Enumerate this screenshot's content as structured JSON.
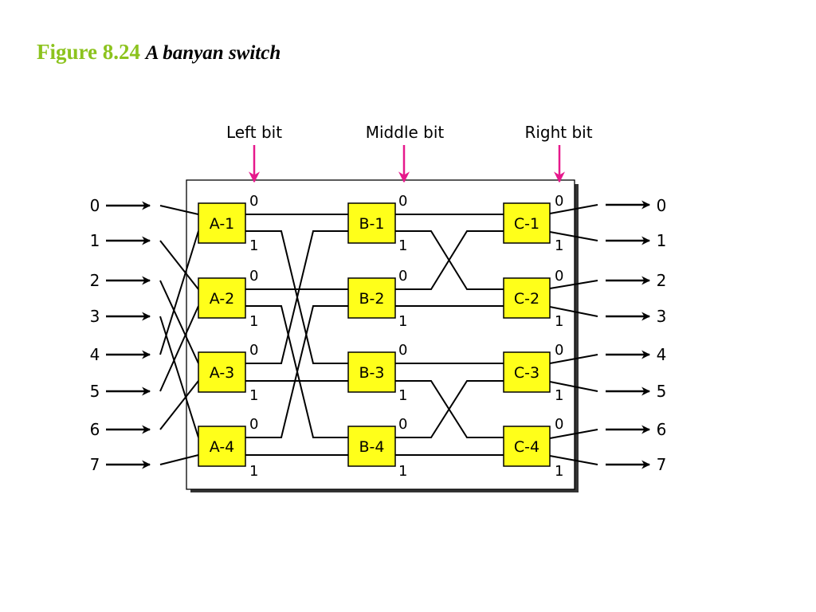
{
  "title": {
    "figure_number": "Figure 8.24",
    "caption": "A banyan switch"
  },
  "headers": {
    "left": "Left bit",
    "middle": "Middle bit",
    "right": "Right bit"
  },
  "inputs": [
    "0",
    "1",
    "2",
    "3",
    "4",
    "5",
    "6",
    "7"
  ],
  "outputs": [
    "0",
    "1",
    "2",
    "3",
    "4",
    "5",
    "6",
    "7"
  ],
  "switches": {
    "a": [
      "A-1",
      "A-2",
      "A-3",
      "A-4"
    ],
    "b": [
      "B-1",
      "B-2",
      "B-3",
      "B-4"
    ],
    "c": [
      "C-1",
      "C-2",
      "C-3",
      "C-4"
    ]
  },
  "bits": {
    "zero": "0",
    "one": "1"
  },
  "colors": {
    "title_number": "#8cc31e",
    "switch_fill": "#ffff1a",
    "bit_arrow": "#e6198c",
    "line": "#000000",
    "frame_shadow": "#333333"
  }
}
